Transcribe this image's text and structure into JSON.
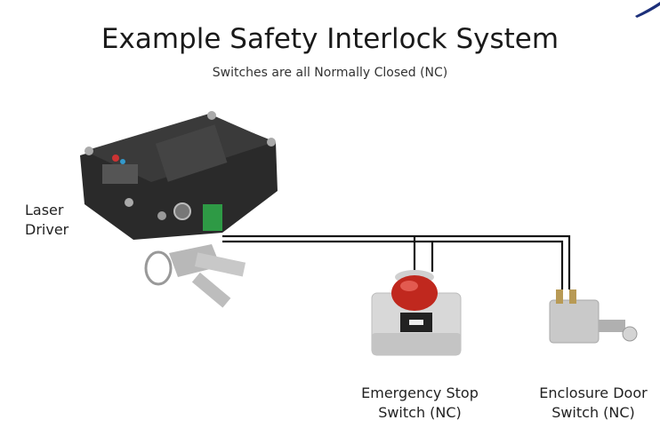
{
  "title": "Example Safety Interlock System",
  "subtitle": "Switches are all Normally Closed (NC)",
  "laser_driver": {
    "line1": "Laser",
    "line2": "Driver"
  },
  "estop": {
    "line1": "Emergency Stop",
    "line2": "Switch (NC)"
  },
  "door": {
    "line1": "Enclosure Door",
    "line2": "Switch (NC)"
  },
  "colors": {
    "wire": "#151515",
    "estop_red": "#c0281e",
    "board": "#2a2a2a",
    "pcb_green": "#2e9a45"
  }
}
